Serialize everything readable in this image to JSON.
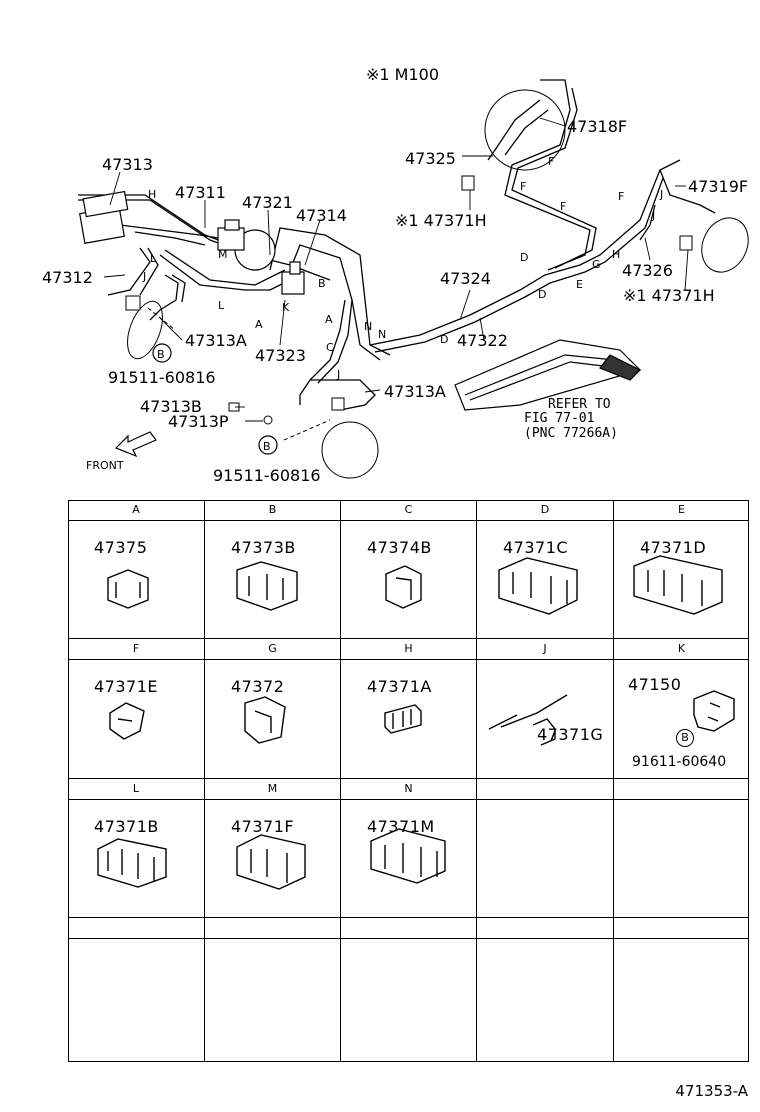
{
  "diagram": {
    "header_note": "※1 M100",
    "labels": {
      "p47313": "47313",
      "p47311": "47311",
      "p47321": "47321",
      "p47314": "47314",
      "p47312": "47312",
      "p47313A_1": "47313A",
      "p47323": "47323",
      "p91511_1": "91511-60816",
      "p47313B": "47313B",
      "p47313P": "47313P",
      "p91511_2": "91511-60816",
      "p47313A_2": "47313A",
      "p47325": "47325",
      "p47318F": "47318F",
      "p47371H_1": "※1 47371H",
      "p47324": "47324",
      "p47322": "47322",
      "p47319F": "47319F",
      "p47326": "47326",
      "p47371H_2": "※1 47371H",
      "refer_line1": "REFER TO",
      "refer_line2": "FIG 77-01",
      "refer_line3": "(PNC 77266A)",
      "front": "FRONT",
      "bolt_b": "B"
    },
    "letters": [
      "H",
      "L",
      "J",
      "L",
      "A",
      "K",
      "M",
      "B",
      "A",
      "C",
      "J",
      "N",
      "N",
      "D",
      "D",
      "D",
      "F",
      "F",
      "F",
      "G",
      "E",
      "H",
      "J",
      "J",
      "F"
    ]
  },
  "table": {
    "rows": [
      [
        {
          "letter": "A",
          "part": "47375"
        },
        {
          "letter": "B",
          "part": "47373B"
        },
        {
          "letter": "C",
          "part": "47374B"
        },
        {
          "letter": "D",
          "part": "47371C"
        },
        {
          "letter": "E",
          "part": "47371D"
        }
      ],
      [
        {
          "letter": "F",
          "part": "47371E"
        },
        {
          "letter": "G",
          "part": "47372"
        },
        {
          "letter": "H",
          "part": "47371A"
        },
        {
          "letter": "J",
          "part": "47371G"
        },
        {
          "letter": "K",
          "part": "47150",
          "extra": "91611-60640",
          "bolt": "B"
        }
      ],
      [
        {
          "letter": "L",
          "part": "47371B"
        },
        {
          "letter": "M",
          "part": "47371F"
        },
        {
          "letter": "N",
          "part": "47371M"
        },
        {
          "letter": "",
          "part": ""
        },
        {
          "letter": "",
          "part": ""
        }
      ],
      [
        {
          "letter": "",
          "part": ""
        },
        {
          "letter": "",
          "part": ""
        },
        {
          "letter": "",
          "part": ""
        },
        {
          "letter": "",
          "part": ""
        },
        {
          "letter": "",
          "part": ""
        }
      ]
    ]
  },
  "footer": "471353-A"
}
